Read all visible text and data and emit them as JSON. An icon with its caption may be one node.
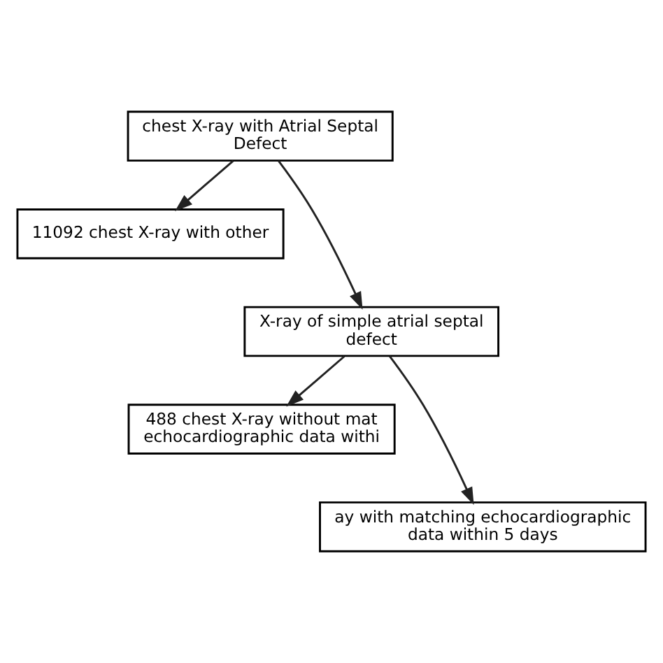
{
  "diagram": {
    "nodes": [
      {
        "text": [
          "chest X-ray with Atrial Septal Defect"
        ]
      },
      {
        "text": [
          "11092 chest X-ray with other"
        ]
      },
      {
        "text": [
          "X-ray of simple atrial septal defect"
        ]
      },
      {
        "text": [
          "488 chest X-ray without mat echocardiographic data withi"
        ]
      },
      {
        "text": [
          "ay with matching echocardiographic data within 5 days"
        ]
      }
    ],
    "edges": [
      {
        "from": 0,
        "to": 2,
        "arrow": "to"
      },
      {
        "from": 0,
        "to": 1,
        "arrow": "to"
      },
      {
        "from": 2,
        "to": 3,
        "arrow": "to"
      },
      {
        "from": 2,
        "to": 4,
        "arrow": "to"
      }
    ]
  }
}
